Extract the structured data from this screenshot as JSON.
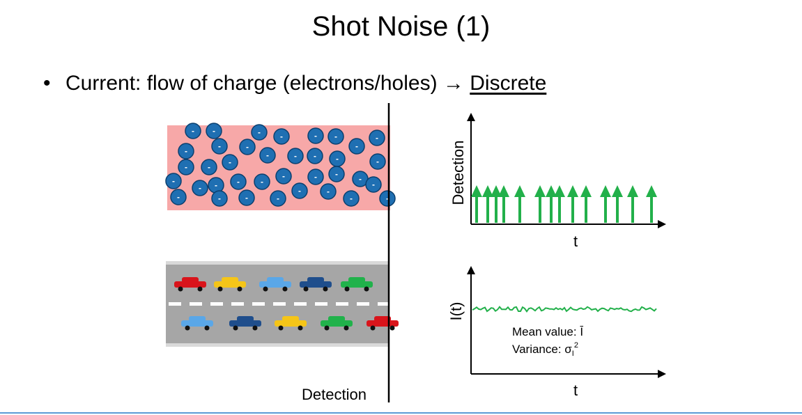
{
  "slide": {
    "title": "Shot Noise (1)",
    "bullet_prefix": "Current: flow of charge (electrons/holes)",
    "bullet_arrow": "→",
    "bullet_emphasis": "Discrete"
  },
  "labels": {
    "electron_symbol": "-",
    "detection_line_label": "Detection",
    "top_plot_ylabel": "Detection",
    "top_plot_xlabel": "t",
    "bottom_plot_ylabel": "I(t)",
    "bottom_plot_xlabel": "t",
    "mean_label": "Mean value: ",
    "mean_symbol": "Ī",
    "variance_label": "Variance: ",
    "variance_symbol": "σ",
    "variance_subscript": "I",
    "variance_superscript": "2"
  },
  "colors": {
    "channel_fill": "#f7a8a8",
    "electron_fill": "#1f6fb2",
    "electron_edge": "#0b3f6e",
    "road": "#a6a6a6",
    "road_edge": "#d9d9d9",
    "arrow_green": "#22b04a",
    "accent_rule": "#5b9bd5"
  },
  "cars": {
    "top_lane": [
      "red",
      "yellow",
      "light-blue",
      "dark-blue",
      "green"
    ],
    "bottom_lane": [
      "light-blue",
      "dark-blue",
      "yellow",
      "green",
      "red"
    ],
    "palette": {
      "red": "#d9141b",
      "yellow": "#f5c518",
      "light-blue": "#5aa7e8",
      "dark-blue": "#1f4e8c",
      "green": "#21b24b"
    }
  },
  "chart_data": {
    "type": "diagram",
    "detection_events_count": 14
  }
}
